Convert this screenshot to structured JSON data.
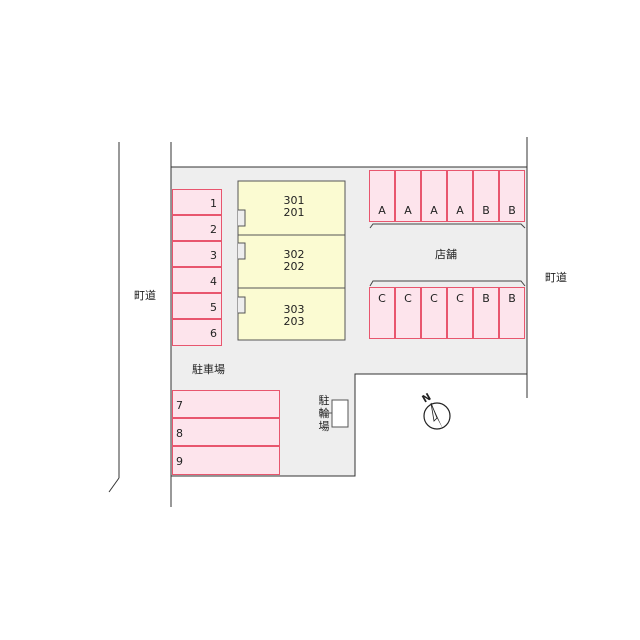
{
  "roads": {
    "left_label": "町道",
    "right_label": "町道"
  },
  "parking": {
    "label": "駐車場",
    "upper_slots": [
      "1",
      "2",
      "3",
      "4",
      "5",
      "6"
    ],
    "lower_slots": [
      "7",
      "8",
      "9"
    ]
  },
  "buildings": [
    {
      "top": "301",
      "bottom": "201"
    },
    {
      "top": "302",
      "bottom": "202"
    },
    {
      "top": "303",
      "bottom": "203"
    }
  ],
  "store": {
    "label": "店舗",
    "top_row": [
      "A",
      "A",
      "A",
      "A",
      "B",
      "B"
    ],
    "bottom_row": [
      "C",
      "C",
      "C",
      "C",
      "B",
      "B"
    ]
  },
  "bicycle_parking": {
    "chars": [
      "駐",
      "輪",
      "場"
    ]
  },
  "compass": {
    "letter": "N"
  },
  "colors": {
    "parking_fill": "#fde4ec",
    "parking_stroke": "#e8566e",
    "building_fill": "#fbfbd2",
    "site_fill": "#eeeeee"
  }
}
